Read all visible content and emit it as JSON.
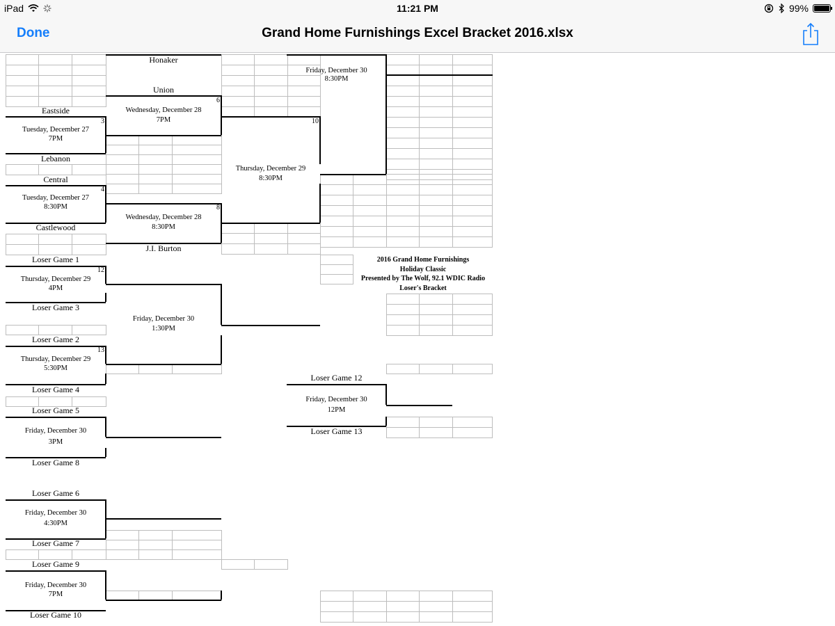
{
  "status": {
    "device": "iPad",
    "time": "11:21 PM",
    "battery": "99%",
    "battery_level": 0.99
  },
  "nav": {
    "done": "Done",
    "title": "Grand Home Furnishings Excel Bracket 2016.xlsx"
  },
  "bracket": {
    "teams": {
      "honaker": "Honaker",
      "union": "Union",
      "eastside": "Eastside",
      "lebanon": "Lebanon",
      "central": "Central",
      "castlewood": "Castlewood",
      "jiburton": "J.I. Burton"
    },
    "game3": {
      "number": "3",
      "day": "Tuesday, December 27",
      "time": "7PM"
    },
    "game4": {
      "number": "4",
      "day": "Tuesday, December 27",
      "time": "8:30PM"
    },
    "game6": {
      "number": "6",
      "day": "Wednesday, December 28",
      "time": "7PM"
    },
    "game8": {
      "number": "8",
      "day": "Wednesday, December 28",
      "time": "8:30PM"
    },
    "game10": {
      "number": "10",
      "day": "Thursday, December 29",
      "time": "8:30PM"
    },
    "final": {
      "day": "Friday, December 30",
      "time": "8:30PM"
    }
  },
  "losers": {
    "labels": {
      "lg1": "Loser Game 1",
      "lg3": "Loser Game 3",
      "lg2": "Loser Game 2",
      "lg4": "Loser Game 4",
      "lg5": "Loser Game 5",
      "lg8": "Loser Game 8",
      "lg6": "Loser Game 6",
      "lg7": "Loser Game 7",
      "lg9": "Loser Game 9",
      "lg10": "Loser Game 10",
      "lg12": "Loser Game 12",
      "lg13": "Loser Game 13"
    },
    "game12": {
      "number": "12",
      "day": "Thursday, December 29",
      "time": "4PM"
    },
    "game13": {
      "number": "13",
      "day": "Thursday, December 29",
      "time": "5:30PM"
    },
    "semi": {
      "day": "Friday, December 30",
      "time": "1:30PM"
    },
    "g_5_8": {
      "day": "Friday, December 30",
      "time": "3PM"
    },
    "g_6_7": {
      "day": "Friday, December 30",
      "time": "4:30PM"
    },
    "g_9_10": {
      "day": "Friday, December 30",
      "time": "7PM"
    },
    "g_12_13": {
      "day": "Friday, December 30",
      "time": "12PM"
    }
  },
  "banner": {
    "line1": "2016 Grand Home Furnishings",
    "line2": "Holiday Classic",
    "line3": "Presented by The Wolf, 92.1 WDIC Radio",
    "line4": "Loser's Bracket"
  }
}
